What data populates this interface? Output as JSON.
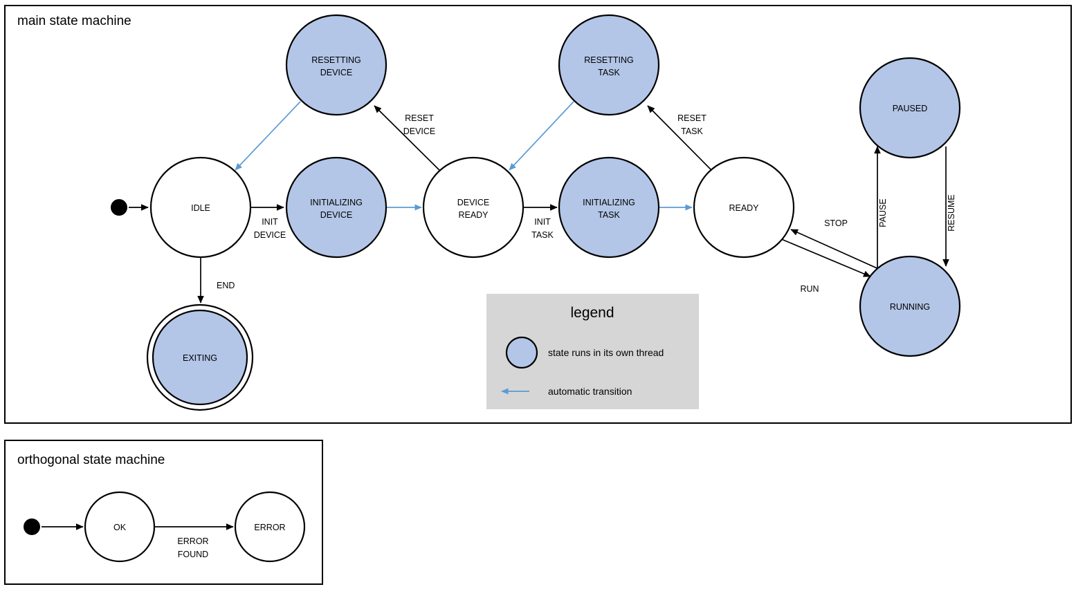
{
  "colors": {
    "threaded_fill": "#b3c6e7",
    "plain_fill": "#ffffff",
    "stroke": "#000000",
    "auto_transition": "#5b9bd5",
    "legend_bg": "#d6d6d6"
  },
  "main_machine": {
    "title": "main state machine",
    "states": [
      {
        "id": "idle",
        "label_line1": "IDLE",
        "label_line2": "",
        "threaded": false,
        "final": false
      },
      {
        "id": "initializing-device",
        "label_line1": "INITIALIZING",
        "label_line2": "DEVICE",
        "threaded": true,
        "final": false
      },
      {
        "id": "device-ready",
        "label_line1": "DEVICE",
        "label_line2": "READY",
        "threaded": false,
        "final": false
      },
      {
        "id": "initializing-task",
        "label_line1": "INITIALIZING",
        "label_line2": "TASK",
        "threaded": true,
        "final": false
      },
      {
        "id": "ready",
        "label_line1": "READY",
        "label_line2": "",
        "threaded": false,
        "final": false
      },
      {
        "id": "resetting-device",
        "label_line1": "RESETTING",
        "label_line2": "DEVICE",
        "threaded": true,
        "final": false
      },
      {
        "id": "resetting-task",
        "label_line1": "RESETTING",
        "label_line2": "TASK",
        "threaded": true,
        "final": false
      },
      {
        "id": "paused",
        "label_line1": "PAUSED",
        "label_line2": "",
        "threaded": true,
        "final": false
      },
      {
        "id": "running",
        "label_line1": "RUNNING",
        "label_line2": "",
        "threaded": true,
        "final": false
      },
      {
        "id": "exiting",
        "label_line1": "EXITING",
        "label_line2": "",
        "threaded": true,
        "final": true
      }
    ],
    "transitions": [
      {
        "from": "start",
        "to": "idle",
        "label_line1": "",
        "label_line2": "",
        "automatic": false
      },
      {
        "from": "idle",
        "to": "initializing-device",
        "label_line1": "INIT",
        "label_line2": "DEVICE",
        "automatic": false
      },
      {
        "from": "initializing-device",
        "to": "device-ready",
        "label_line1": "",
        "label_line2": "",
        "automatic": true
      },
      {
        "from": "device-ready",
        "to": "initializing-task",
        "label_line1": "INIT",
        "label_line2": "TASK",
        "automatic": false
      },
      {
        "from": "initializing-task",
        "to": "ready",
        "label_line1": "",
        "label_line2": "",
        "automatic": true
      },
      {
        "from": "device-ready",
        "to": "resetting-device",
        "label_line1": "RESET",
        "label_line2": "DEVICE",
        "automatic": false
      },
      {
        "from": "resetting-device",
        "to": "idle",
        "label_line1": "",
        "label_line2": "",
        "automatic": true
      },
      {
        "from": "ready",
        "to": "resetting-task",
        "label_line1": "RESET",
        "label_line2": "TASK",
        "automatic": false
      },
      {
        "from": "resetting-task",
        "to": "device-ready",
        "label_line1": "",
        "label_line2": "",
        "automatic": true
      },
      {
        "from": "idle",
        "to": "exiting",
        "label_line1": "END",
        "label_line2": "",
        "automatic": false
      },
      {
        "from": "ready",
        "to": "running",
        "label_line1": "RUN",
        "label_line2": "",
        "automatic": false
      },
      {
        "from": "running",
        "to": "ready",
        "label_line1": "STOP",
        "label_line2": "",
        "automatic": false
      },
      {
        "from": "running",
        "to": "paused",
        "label_line1": "PAUSE",
        "label_line2": "",
        "automatic": false
      },
      {
        "from": "paused",
        "to": "running",
        "label_line1": "RESUME",
        "label_line2": "",
        "automatic": false
      }
    ],
    "edge_labels": {
      "init_device_1": "INIT",
      "init_device_2": "DEVICE",
      "init_task_1": "INIT",
      "init_task_2": "TASK",
      "reset_device_1": "RESET",
      "reset_device_2": "DEVICE",
      "reset_task_1": "RESET",
      "reset_task_2": "TASK",
      "end": "END",
      "run": "RUN",
      "stop": "STOP",
      "pause": "PAUSE",
      "resume": "RESUME"
    }
  },
  "legend": {
    "title": "legend",
    "swatch_label": "state runs in its own thread",
    "arrow_label": "automatic transition"
  },
  "orthogonal_machine": {
    "title": "orthogonal state machine",
    "states": [
      {
        "id": "ok",
        "label_line1": "OK",
        "threaded": false
      },
      {
        "id": "error",
        "label_line1": "ERROR",
        "threaded": false
      }
    ],
    "transitions": [
      {
        "from": "start",
        "to": "ok",
        "label_line1": "",
        "label_line2": ""
      },
      {
        "from": "ok",
        "to": "error",
        "label_line1": "ERROR",
        "label_line2": "FOUND"
      }
    ],
    "edge_labels": {
      "error_found_1": "ERROR",
      "error_found_2": "FOUND"
    }
  }
}
